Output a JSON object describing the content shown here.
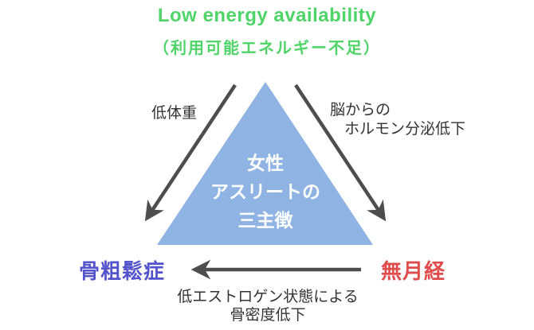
{
  "header": {
    "title": "Low energy availability",
    "subtitle": "（利用可能エネルギー不足）",
    "title_color": "#4ed467"
  },
  "triangle": {
    "lines": [
      "女性",
      "アスリートの",
      "三主徴"
    ],
    "fill_color": "#8fb3e2",
    "text_color": "#ffffff"
  },
  "arrows": {
    "color": "#4d4d4d",
    "left_label": "低体重",
    "right_label_line1": "脳からの",
    "right_label_line2": "ホルモン分泌低下"
  },
  "outcomes": {
    "osteoporosis": {
      "label": "骨粗鬆症",
      "color": "#5353cc"
    },
    "amenorrhea": {
      "label": "無月経",
      "color": "#e04b4b"
    }
  },
  "caption": {
    "line1": "低エストロゲン状態による",
    "line2": "骨密度低下"
  }
}
